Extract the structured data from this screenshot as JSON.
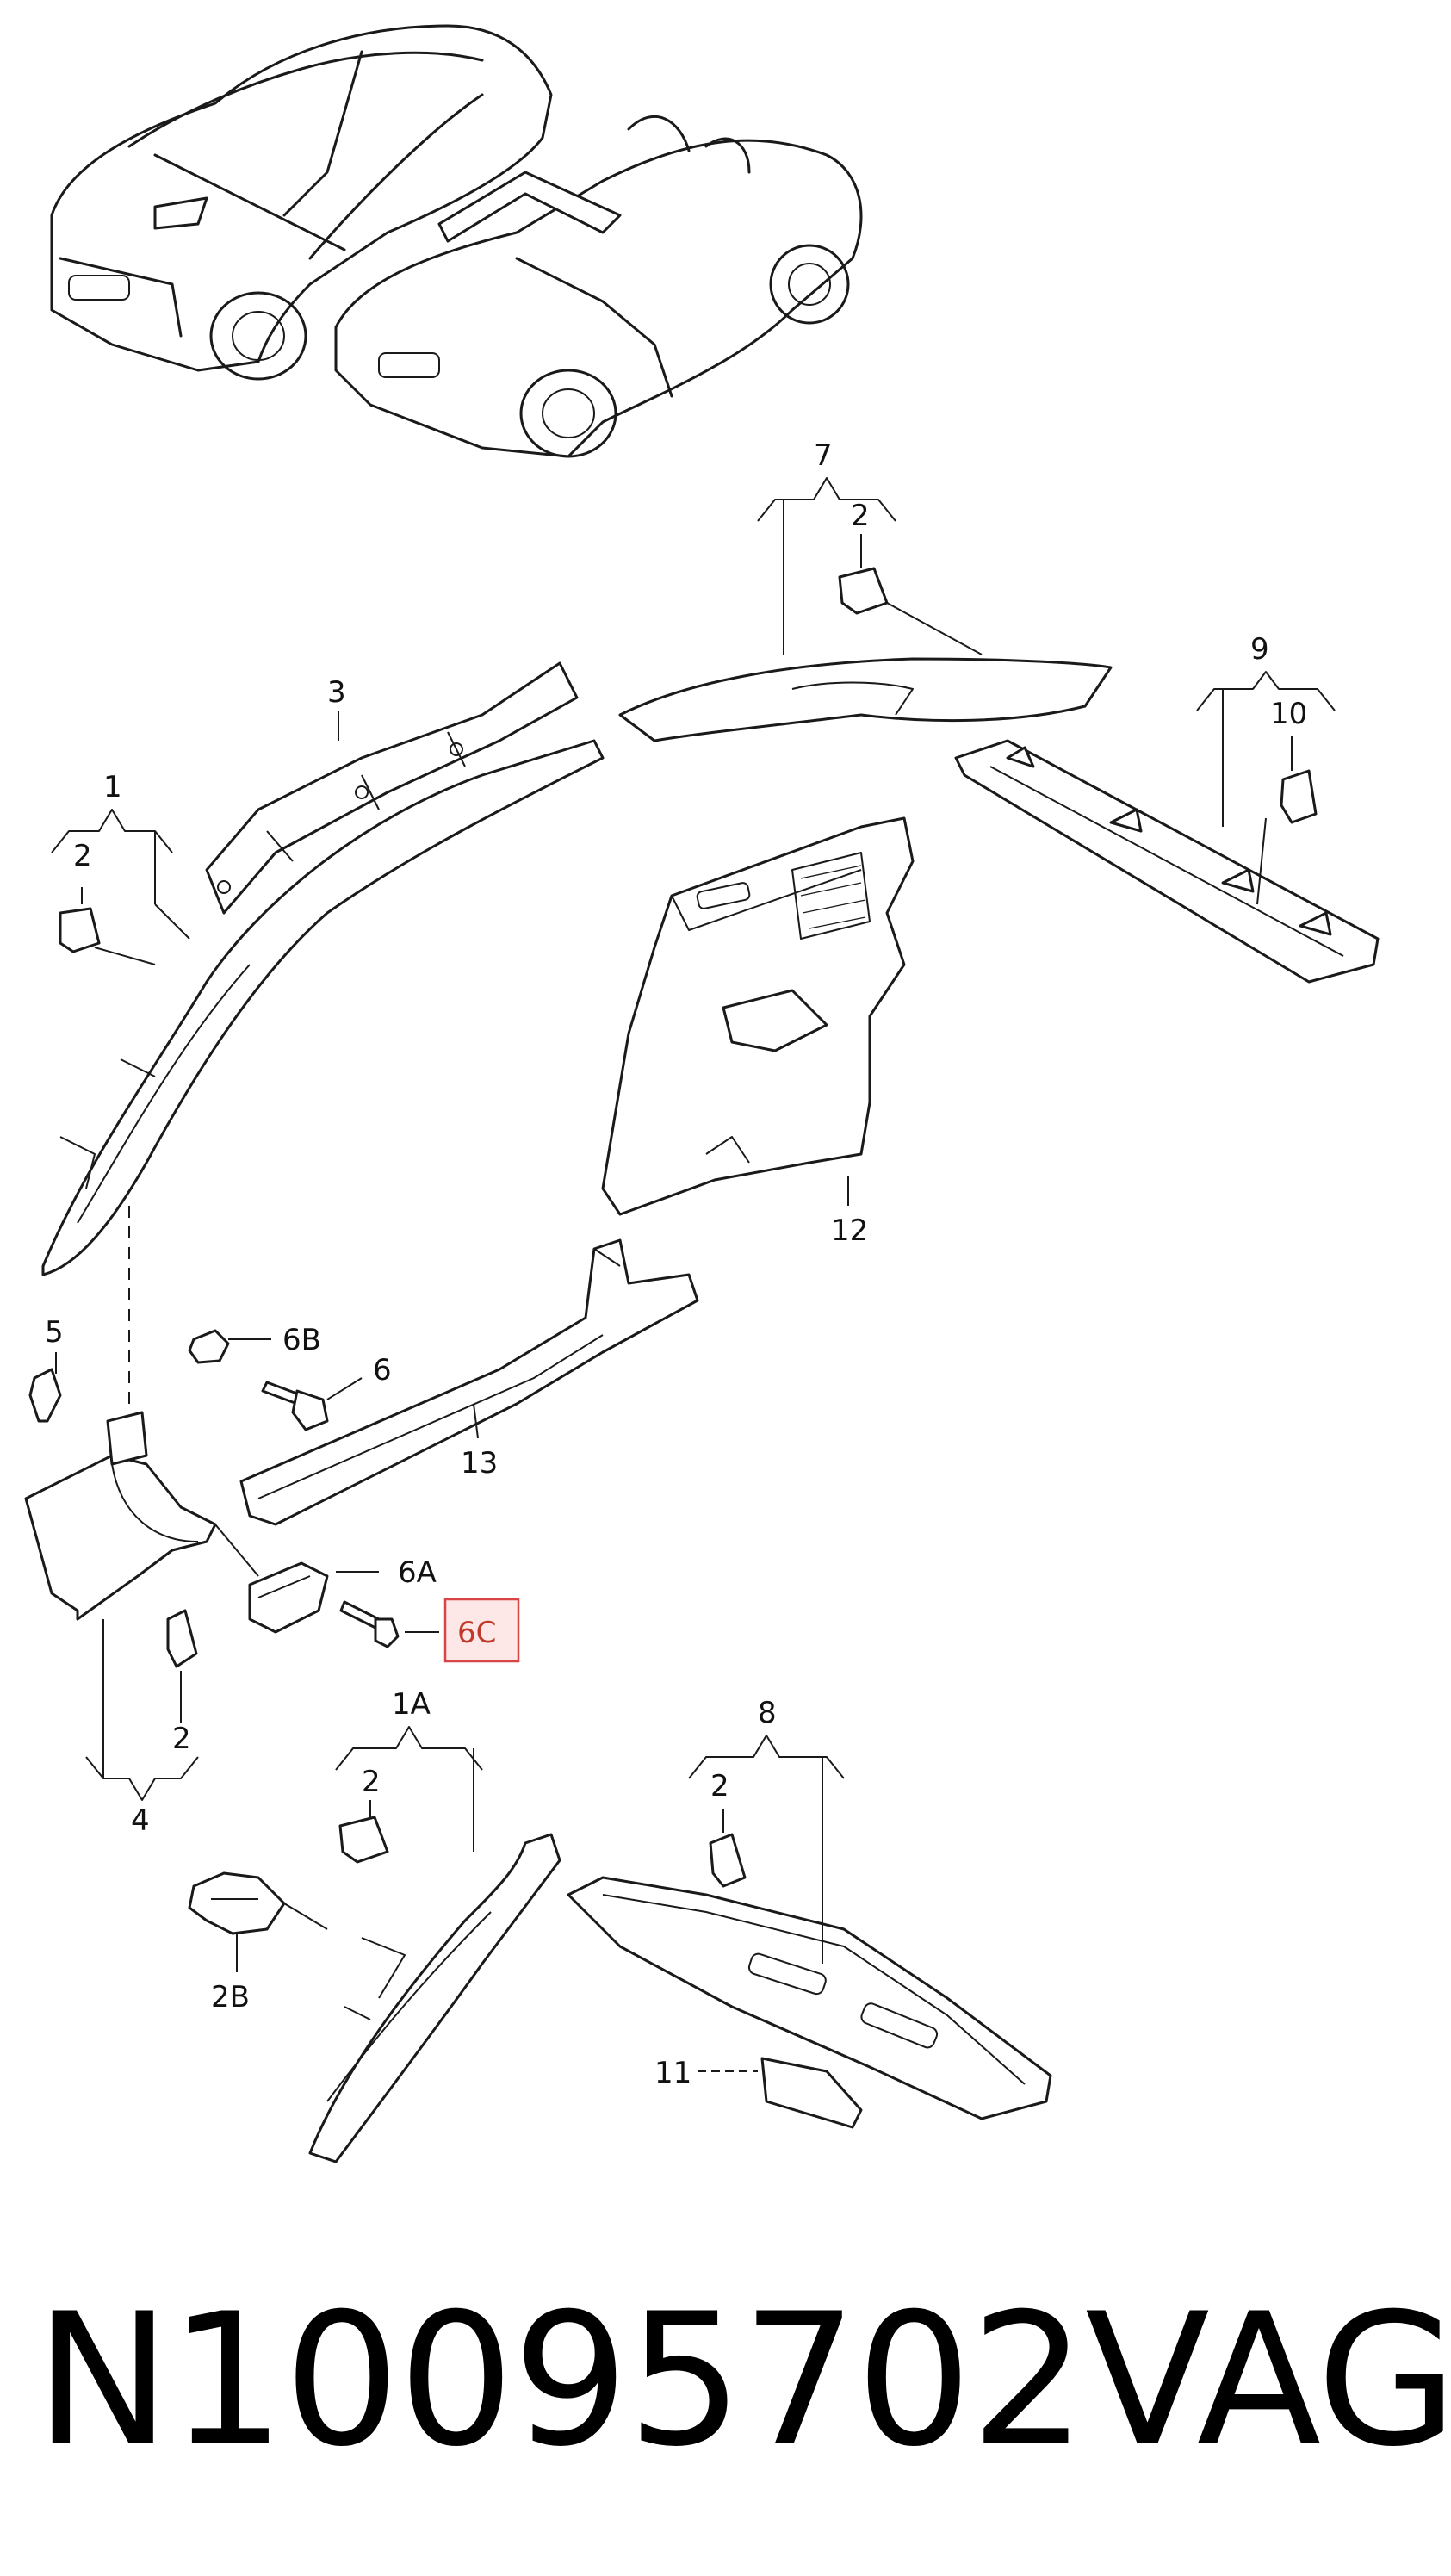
{
  "title": "",
  "callouts": {
    "c1": "1",
    "c1A": "1A",
    "c2a": "2",
    "c2b": "2",
    "c2c": "2",
    "c2d": "2",
    "c2e": "2",
    "c2B": "2B",
    "c3": "3",
    "c4": "4",
    "c5": "5",
    "c6": "6",
    "c6A": "6A",
    "c6B": "6B",
    "c6C": "6C",
    "c7": "7",
    "c8": "8",
    "c9": "9",
    "c10": "10",
    "c11": "11",
    "c12": "12",
    "c13": "13"
  },
  "highlighted_callout": "6C",
  "footer": {
    "part_number": "N10095702",
    "brand": "VAG"
  },
  "colors": {
    "highlight_border": "#d94545",
    "highlight_fill": "#fde7e7",
    "ink": "#1a1a1a"
  }
}
